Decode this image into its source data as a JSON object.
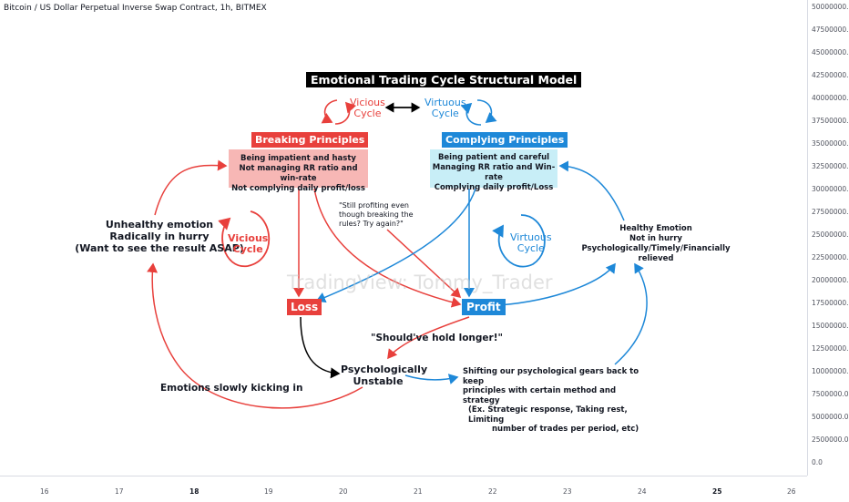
{
  "chart_header": {
    "title": "Bitcoin / US Dollar Perpetual Inverse Swap Contract, 1h, BITMEX"
  },
  "price_axis": {
    "ticks": [
      "50000000.0",
      "47500000.0",
      "45000000.0",
      "42500000.0",
      "40000000.0",
      "37500000.0",
      "35000000.0",
      "32500000.0",
      "30000000.0",
      "27500000.0",
      "25000000.0",
      "22500000.0",
      "20000000.0",
      "17500000.0",
      "15000000.0",
      "12500000.0",
      "10000000.0",
      "7500000.0",
      "5000000.0",
      "2500000.0",
      "0.0"
    ]
  },
  "time_axis": {
    "ticks": [
      {
        "label": "16",
        "major": false
      },
      {
        "label": "17",
        "major": false
      },
      {
        "label": "18",
        "major": true
      },
      {
        "label": "19",
        "major": false
      },
      {
        "label": "20",
        "major": false
      },
      {
        "label": "21",
        "major": false
      },
      {
        "label": "22",
        "major": false
      },
      {
        "label": "23",
        "major": false
      },
      {
        "label": "24",
        "major": false
      },
      {
        "label": "25",
        "major": true
      },
      {
        "label": "26",
        "major": false
      }
    ]
  },
  "watermark": "TradingView: Tommy_Trader",
  "diagram": {
    "title": "Emotional Trading Cycle Structural Model",
    "vicious_top": [
      "Vicious",
      "Cycle"
    ],
    "virtuous_top": [
      "Virtuous",
      "Cycle"
    ],
    "breaking": {
      "title": "Breaking Principles",
      "lines": [
        "Being impatient and hasty",
        "Not managing RR ratio and win-rate",
        "Not complying daily profit/loss"
      ]
    },
    "complying": {
      "title": "Complying Principles",
      "lines": [
        "Being patient and careful",
        "Managing RR ratio and Win-rate",
        "Complying daily profit/Loss"
      ]
    },
    "unhealthy": [
      "Unhealthy emotion",
      "Radically in hurry",
      "(Want to see the result ASAP)"
    ],
    "vicious_mid": [
      "Vicious",
      "Cycle"
    ],
    "virtuous_mid": [
      "Virtuous",
      "Cycle"
    ],
    "healthy": [
      "Healthy Emotion",
      "Not in hurry",
      "Psychologically/Timely/Financially relieved"
    ],
    "still_profiting": "\"Still profiting even though breaking the rules? Try again?\"",
    "loss": "Loss",
    "profit": "Profit",
    "should_hold": "\"Should've hold longer!\"",
    "psych": [
      "Psychologically",
      "Unstable"
    ],
    "emotions_slowly": "Emotions slowly kicking in",
    "shifting": [
      "Shifting our psychological gears back to keep",
      "principles with certain method and strategy",
      "(Ex. Strategic response, Taking rest, Limiting",
      "number of trades per period, etc)"
    ],
    "colors": {
      "red": "#e8403c",
      "blue": "#1e88d8",
      "pink_box": "#f7b7b5",
      "cyan_box": "#c8eef7"
    }
  }
}
